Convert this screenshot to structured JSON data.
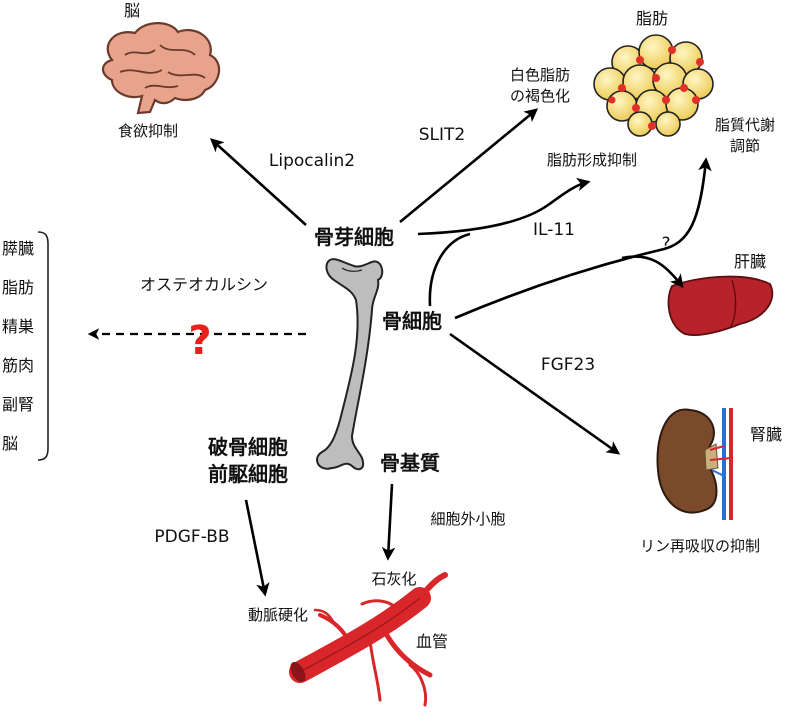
{
  "organs": {
    "brain": "脳",
    "fat": "脂肪",
    "liver": "肝臓",
    "kidney": "腎臓",
    "blood_vessel": "血管"
  },
  "cells": {
    "osteocyte_bud": "骨芽細胞",
    "osteocyte": "骨細胞",
    "osteoclast_precursor_line1": "破骨細胞",
    "osteoclast_precursor_line2": "前駆細胞",
    "bone_matrix": "骨基質"
  },
  "factors": {
    "lipocalin2": "Lipocalin2",
    "slit2": "SLIT2",
    "il11": "IL-11",
    "fgf23": "FGF23",
    "osteocalcin": "オステオカルシン",
    "pdgfbb": "PDGF-BB",
    "extracellular_vesicles": "細胞外小胞",
    "unknown_mark": "?"
  },
  "effects": {
    "appetite_suppression": "食欲抑制",
    "browning_line1": "白色脂肪",
    "browning_line2": "の褐色化",
    "adipogenesis_suppression": "脂肪形成抑制",
    "lipid_metabolism_line1": "脂質代謝",
    "lipid_metabolism_line2": "調節",
    "phosphate_reabsorption_suppression": "リン再吸収の抑制",
    "arteriosclerosis": "動脈硬化",
    "calcification": "石灰化"
  },
  "osteocalcin_targets": [
    "膵臓",
    "脂肪",
    "精巣",
    "筋肉",
    "副腎",
    "脳"
  ],
  "colors": {
    "brain": "#e8a38c",
    "fat": "#f6de7c",
    "fat_dots": "#e0302a",
    "liver": "#b8222a",
    "kidney": "#7a4a2a",
    "vessel": "#d8262a",
    "bone": "#b9b9b9",
    "question_red": "#e8201a"
  }
}
